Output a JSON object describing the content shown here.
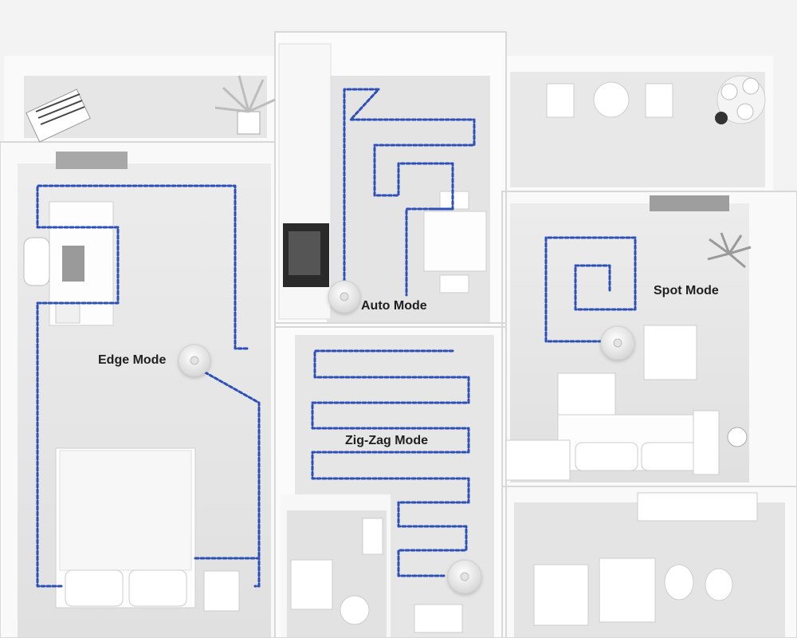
{
  "modes": {
    "edge": "Edge Mode",
    "auto": "Auto Mode",
    "spot": "Spot Mode",
    "zigzag": "Zig-Zag Mode"
  },
  "colors": {
    "path_blue": "#2d4fb8",
    "wall": "#fbfbfb",
    "floor": "#e9e9e9"
  },
  "icons": [
    "robot-vacuum-icon",
    "bed-icon",
    "sofa-icon",
    "plant-icon",
    "desk-icon",
    "chair-icon"
  ]
}
